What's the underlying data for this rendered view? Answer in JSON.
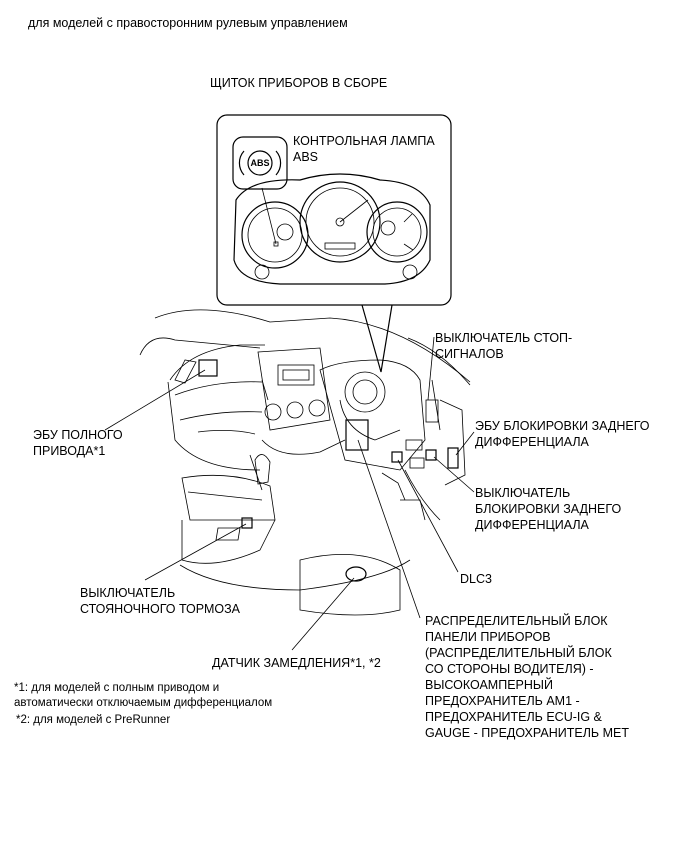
{
  "header": {
    "scope_note": "для моделей с правосторонним рулевым управлением"
  },
  "cluster": {
    "title": "ЩИТОК ПРИБОРОВ В СБОРЕ",
    "lamp_label": "КОНТРОЛЬНАЯ ЛАМПА\nABS",
    "abs_badge": "ABS"
  },
  "labels": {
    "stop_switch": "ВЫКЛЮЧАТЕЛЬ СТОП-\nСИГНАЛОВ",
    "four_wd_ecu": "ЭБУ ПОЛНОГО\nПРИВОДА*1",
    "diff_lock_ecu": "ЭБУ БЛОКИРОВКИ ЗАДНЕГО\nДИФФЕРЕНЦИАЛА",
    "diff_lock_switch": "ВЫКЛЮЧАТЕЛЬ\nБЛОКИРОВКИ ЗАДНЕГО\nДИФФЕРЕНЦИАЛА",
    "dlc3": "DLC3",
    "parking_brake_switch": "ВЫКЛЮЧАТЕЛЬ\nСТОЯНОЧНОГО ТОРМОЗА",
    "junction_block": "РАСПРЕДЕЛИТЕЛЬНЫЙ БЛОК\nПАНЕЛИ ПРИБОРОВ\n(РАСПРЕДЕЛИТЕЛЬНЫЙ БЛОК\nСО СТОРОНЫ ВОДИТЕЛЯ) -\nВЫСОКОАМПЕРНЫЙ\nПРЕДОХРАНИТЕЛЬ AM1 -\nПРЕДОХРАНИТЕЛЬ ECU-IG &\nGAUGE - ПРЕДОХРАНИТЕЛЬ MET",
    "decel_sensor": "ДАТЧИК ЗАМЕДЛЕНИЯ*1, *2"
  },
  "footnotes": {
    "note1": "*1: для моделей с полным приводом и\nавтоматически отключаемым дифференциалом",
    "note2": "*2: для моделей с PreRunner"
  }
}
